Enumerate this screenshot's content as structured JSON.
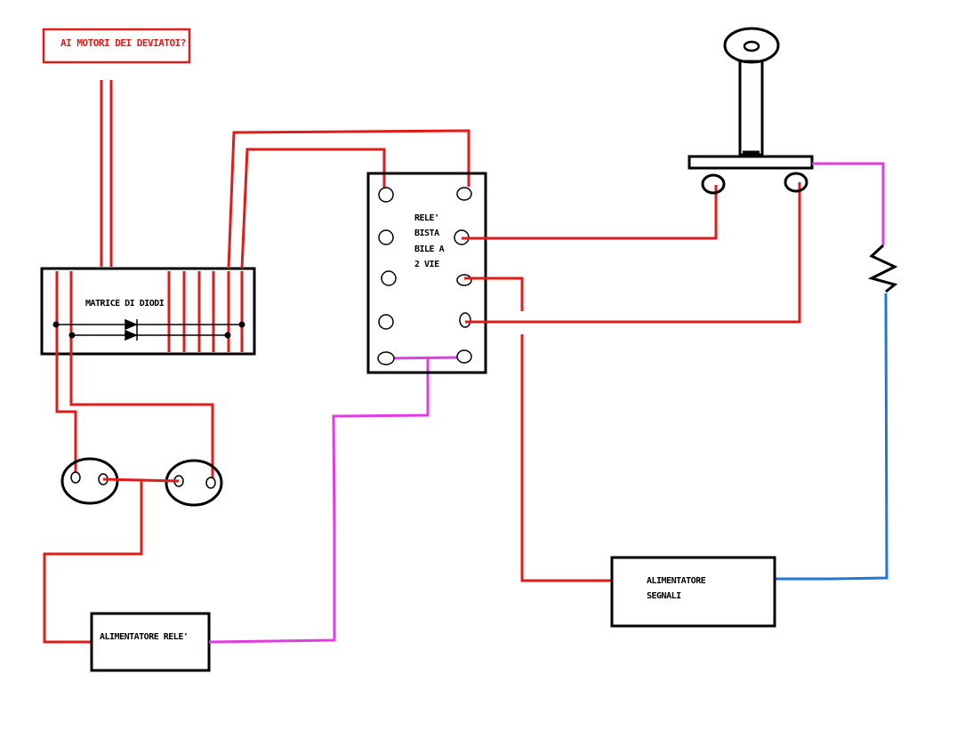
{
  "labels": {
    "motori": "AI MOTORI DEI DEVIATOI?",
    "matrice": "MATRICE DI DIODI",
    "rele_line1": "RELE'",
    "rele_line2": "BISTA",
    "rele_line3": "BILE A",
    "rele_line4": "2 VIE",
    "alim_rele": "ALIMENTATORE RELE'",
    "alim_segnali_line1": "ALIMENTATORE",
    "alim_segnali_line2": "SEGNALI"
  },
  "colors": {
    "red": "#e01b1b",
    "magenta": "#e23be2",
    "blue": "#1e78d6",
    "black": "#000000"
  },
  "icons": {
    "signal": "semaphore-signal-icon",
    "resistor": "resistor-icon",
    "diode": "diode-icon",
    "socket": "socket-icon"
  }
}
